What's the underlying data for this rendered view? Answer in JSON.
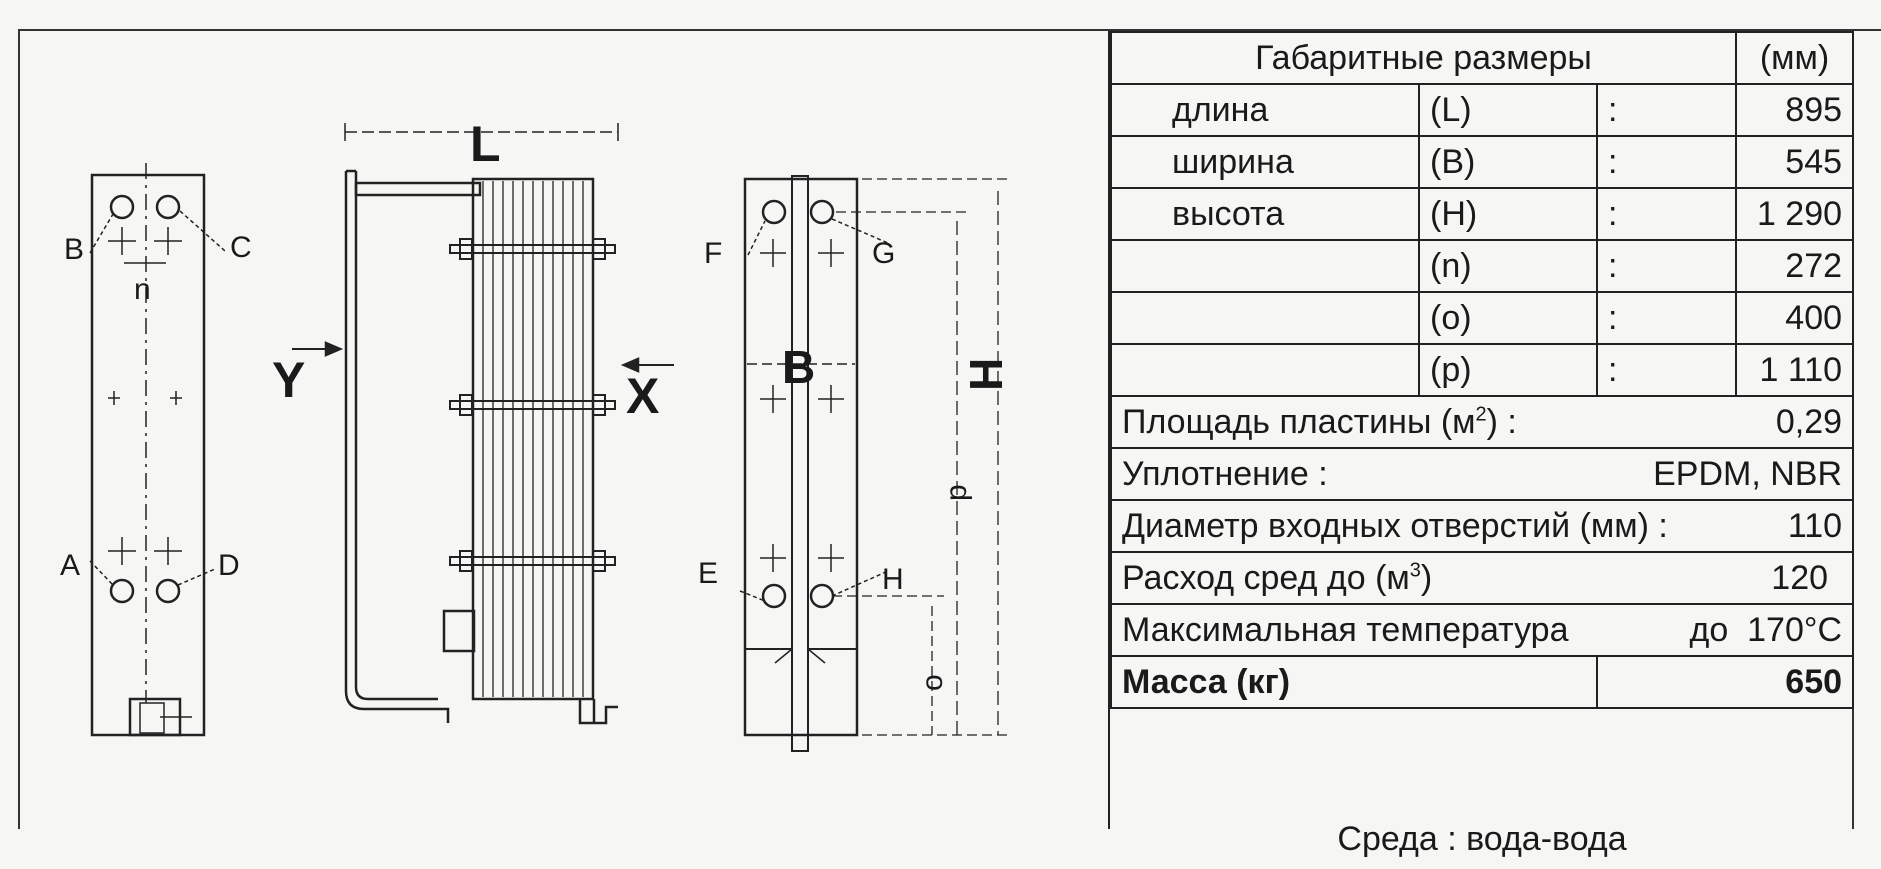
{
  "drawing": {
    "labels": {
      "B": "B",
      "C": "C",
      "n": "n",
      "A": "A",
      "D": "D",
      "L": "L",
      "Y": "Y",
      "X": "X",
      "F": "F",
      "G": "G",
      "Bdim": "B",
      "E": "E",
      "H": "H",
      "Hdim": "H",
      "p": "p",
      "o": "o"
    }
  },
  "table": {
    "header": {
      "title": "Габаритные размеры",
      "unit": "(мм)"
    },
    "dimensions": [
      {
        "name": "длина",
        "symbol": "(L)",
        "sep": ":",
        "value": "895"
      },
      {
        "name": "ширина",
        "symbol": "(B)",
        "sep": ":",
        "value": "545"
      },
      {
        "name": "высота",
        "symbol": "(H)",
        "sep": ":",
        "value": "1 290"
      },
      {
        "name": "",
        "symbol": "(n)",
        "sep": ":",
        "value": "272"
      },
      {
        "name": "",
        "symbol": "(o)",
        "sep": ":",
        "value": "400"
      },
      {
        "name": "",
        "symbol": "(p)",
        "sep": ":",
        "value": "1 110"
      }
    ],
    "plate_area": {
      "label": "Площадь  пластины  (м",
      "sup": "2",
      "label_end": ")  :",
      "value": "0,29"
    },
    "seal": {
      "label": "Уплотнение :",
      "value": "EPDM,  NBR"
    },
    "diameter": {
      "label": "Диаметр  входных отверстий  (мм) :",
      "value": "110"
    },
    "flow": {
      "label": "Расход  сред  до  (м",
      "sup": "3",
      "label_end": ")",
      "value": "120"
    },
    "max_temp": {
      "label": "Максимальная  температура",
      "prefix": "до",
      "value": "170",
      "unit": "°C"
    },
    "mass": {
      "label": "Масса (кг)",
      "value": "650"
    },
    "medium": "Среда  :  вода-вода"
  }
}
